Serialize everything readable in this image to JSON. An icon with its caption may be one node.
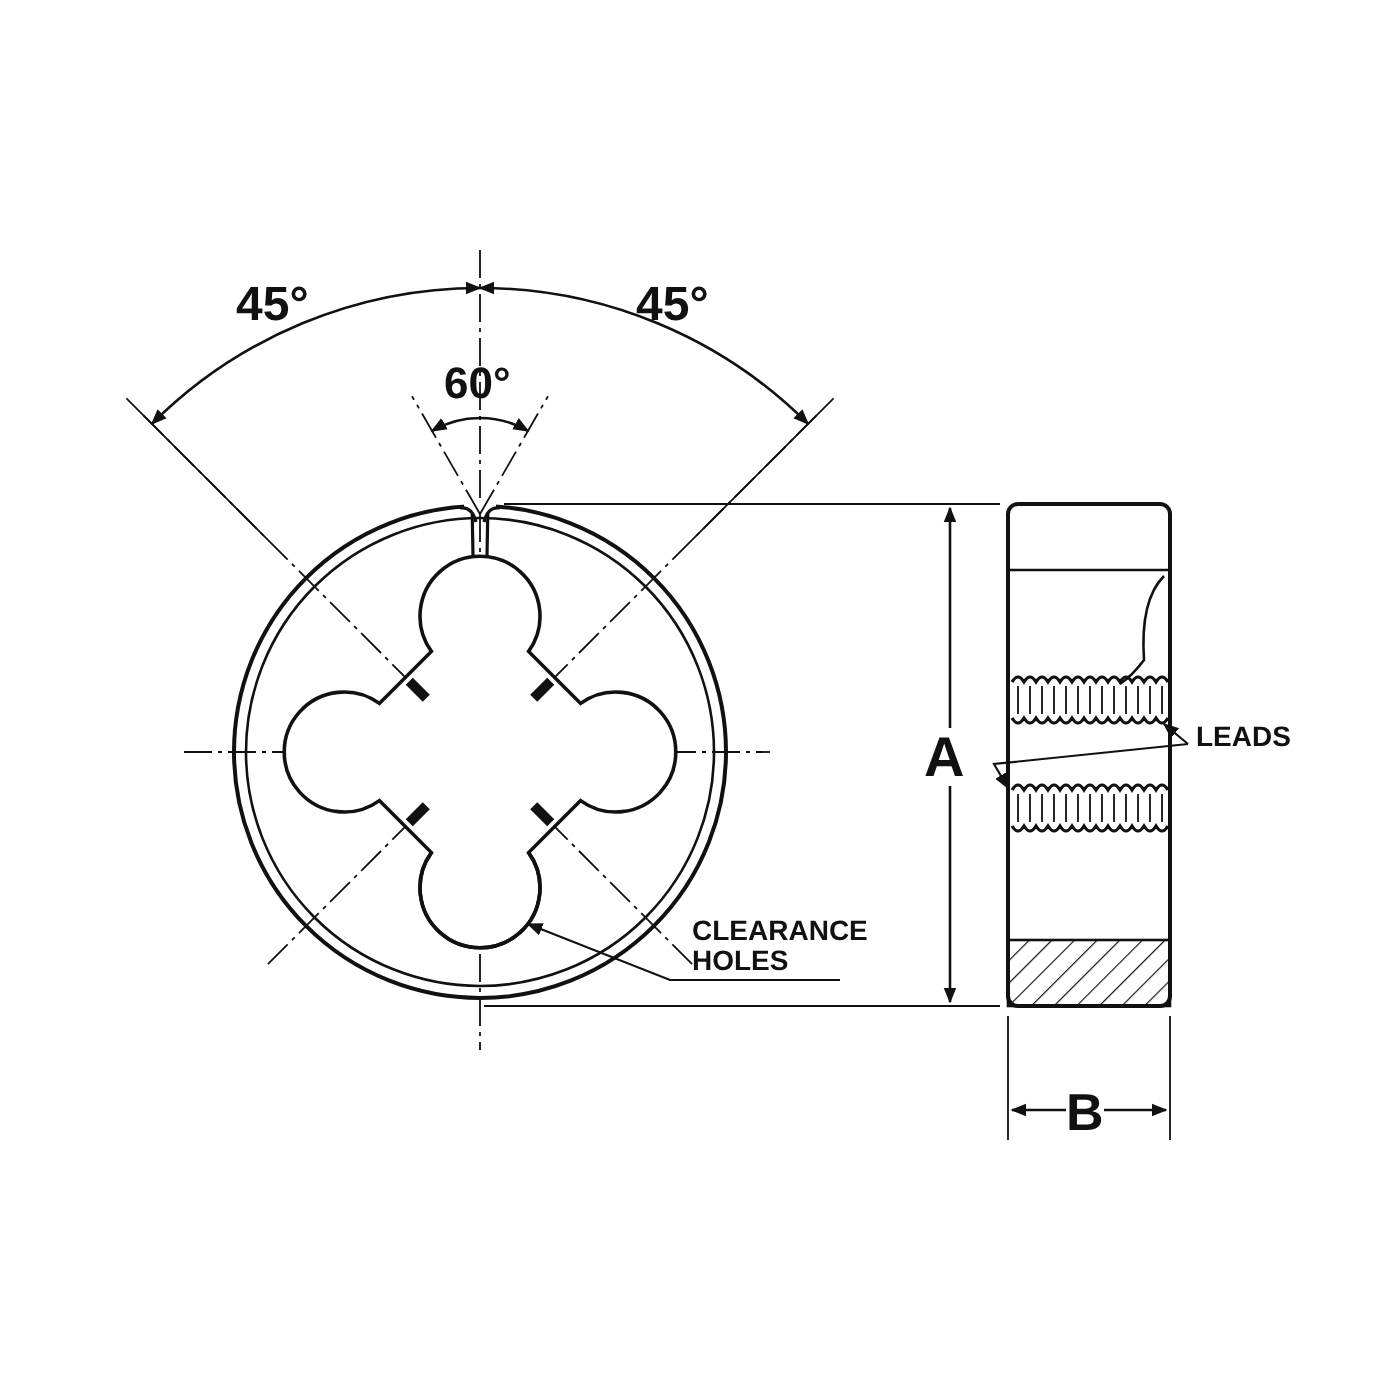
{
  "diagram": {
    "nodes": [
      {
        "text": [
          "CLEARANCE HOLES"
        ]
      },
      {
        "text": [],
        "shape": "circle"
      },
      {
        "text": [
          "LEADS"
        ]
      },
      {
        "text": [],
        "shape": "picture"
      },
      {
        "text": [],
        "shape": "picture"
      }
    ],
    "edges": [
      {
        "from": 0,
        "to": 1,
        "arrow": "to"
      },
      {
        "from": 2,
        "to": 3,
        "arrow": "to"
      },
      {
        "from": 2,
        "to": 4,
        "arrow": "to"
      }
    ],
    "labels": [
      "45°",
      "45°",
      "60°",
      "A",
      "B"
    ]
  }
}
